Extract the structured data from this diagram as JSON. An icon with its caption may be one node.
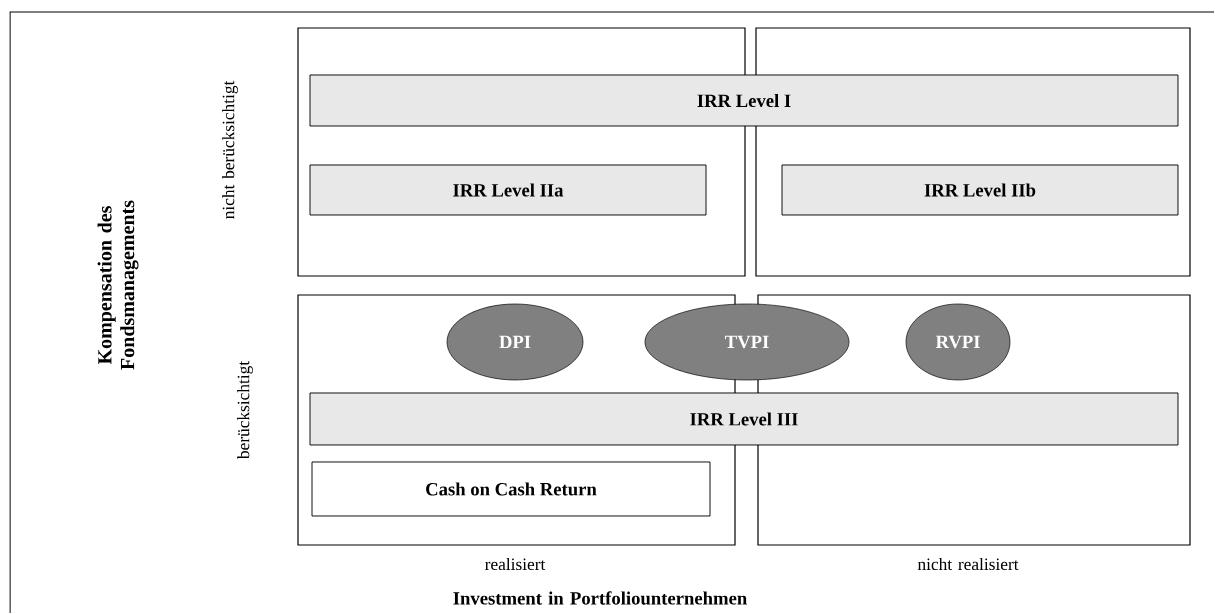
{
  "diagram": {
    "nodes": [
      {
        "text": [
          "IRR Level I"
        ]
      },
      {
        "text": [
          "IRR Level IIa"
        ]
      },
      {
        "text": [
          "IRR Level IIb"
        ]
      },
      {
        "text": [
          "DPI"
        ]
      },
      {
        "text": [
          "TVPI"
        ]
      },
      {
        "text": [
          "RVPI"
        ]
      },
      {
        "text": [
          "IRR Level III"
        ]
      },
      {
        "text": [
          "Cash on Cash Return"
        ]
      }
    ],
    "labels": [
      "Kompensation des Fondsmanagements",
      "nicht berücksichtigt",
      "berücksichtigt",
      "realisiert",
      "nicht realisiert",
      "Investment in Portfoliounternehmen"
    ]
  }
}
